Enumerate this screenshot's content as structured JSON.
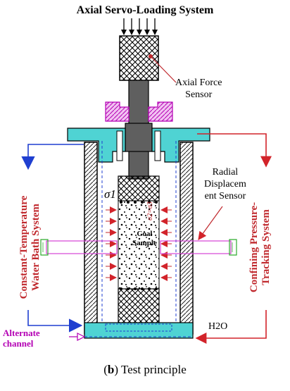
{
  "title": "Axial Servo-Loading System",
  "labels": {
    "axial_force_sensor": [
      "Axial Force",
      "Sensor"
    ],
    "radial_sensor": [
      "Radial",
      "Displacem",
      "ent Sensor"
    ],
    "coal_sample": [
      "Coal",
      "Sample"
    ],
    "sigma1": "σ1",
    "sigma_eq": "σ2=σ3",
    "h2o": "H2O",
    "alternate_channel": [
      "Alternate",
      "channel"
    ],
    "constant_temperature": [
      "Constant-Temperature",
      "Water Bath System"
    ],
    "confining_pressure": [
      "Confining Pressure-",
      "Tracking System"
    ]
  },
  "caption": {
    "letter": "b",
    "text": "Test principle"
  },
  "colors": {
    "cyan": "#4fd3d3",
    "magenta": "#d642d6",
    "red": "#d2232a",
    "blue": "#1f3fd0",
    "purple": "#b400b4",
    "steel": "#5f5f5f",
    "label_red": "#c0282d"
  }
}
